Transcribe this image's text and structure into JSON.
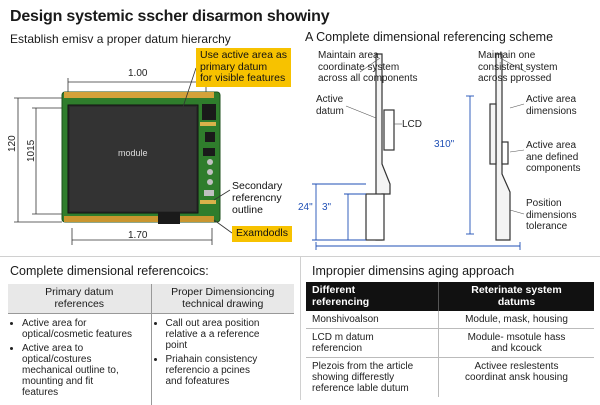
{
  "header": {
    "title": "Design systemic sscher disarmon showiny",
    "subtitle": "Establish emisv a proper datum hierarchy"
  },
  "left_diagram": {
    "dim_top": "1.00",
    "dim_left_outer": "120",
    "dim_left_inner": "1015",
    "dim_bottom": "1.70",
    "module_label": "module",
    "callout_primary": [
      "Use active area as",
      "primary datum",
      "for visible features"
    ],
    "callout_secondary": [
      "Secondary",
      "referencny",
      "outline"
    ],
    "callout_examples": "Examdodls"
  },
  "right_diagram": {
    "title": "A Complete dimensional referencing scheme",
    "label_maintain_area": [
      "Maintain area",
      "coordinate system",
      "across all components"
    ],
    "label_maintain_one": [
      "Maintain one",
      "consistent system",
      "across pprossed"
    ],
    "label_active_datum": [
      "Active",
      "datum"
    ],
    "label_lcd": "LCD",
    "label_active_dims": [
      "Active area",
      "dimensions"
    ],
    "label_active_defined": [
      "Active area",
      "ane defined",
      "components"
    ],
    "label_position": [
      "Position",
      "dimensions",
      "tolerance"
    ],
    "dim_310": "310\"",
    "dim_24": "24\"",
    "dim_3": "3\""
  },
  "left_section": {
    "title": "Complete dimensional referencoics:",
    "col1": [
      "Primary datum",
      "references"
    ],
    "col2": [
      "Proper Dimensioncing",
      "technical drawing"
    ],
    "col1_items": [
      [
        "Active area for",
        "optical/cosmetic features"
      ],
      [
        "Active area to",
        "optical/costures",
        "mechanical outline to,",
        "mounting and fit",
        "features"
      ]
    ],
    "col2_items": [
      [
        "Call out area position",
        "relative a a reference",
        "point"
      ],
      [
        "Priahain consistency",
        "referencio a pcines",
        "and fofeatures"
      ]
    ]
  },
  "right_section": {
    "title": "Impropier dimensins aging approach",
    "col1": [
      "Different",
      "referencing"
    ],
    "col2": [
      "Reterinate system",
      "datums"
    ],
    "rows": [
      {
        "a": [
          "Monshivoalson"
        ],
        "b": [
          "Module, mask, housing"
        ]
      },
      {
        "a": [
          "LCD m datum",
          "referencion"
        ],
        "b": [
          "Module- msotule hass",
          "and kcouck"
        ]
      },
      {
        "a": [
          "Plezois from the article",
          "showing differestly",
          "reference lable dutum"
        ],
        "b": [
          "Activee reslestents",
          "coordinat ansk housing"
        ]
      }
    ]
  },
  "colors": {
    "pcb": "#2f7d2c",
    "screen": "#2b2b2b",
    "callout": "#f7c200",
    "dimension_blue": "#1f4fb5",
    "header_dark": "#111111"
  }
}
